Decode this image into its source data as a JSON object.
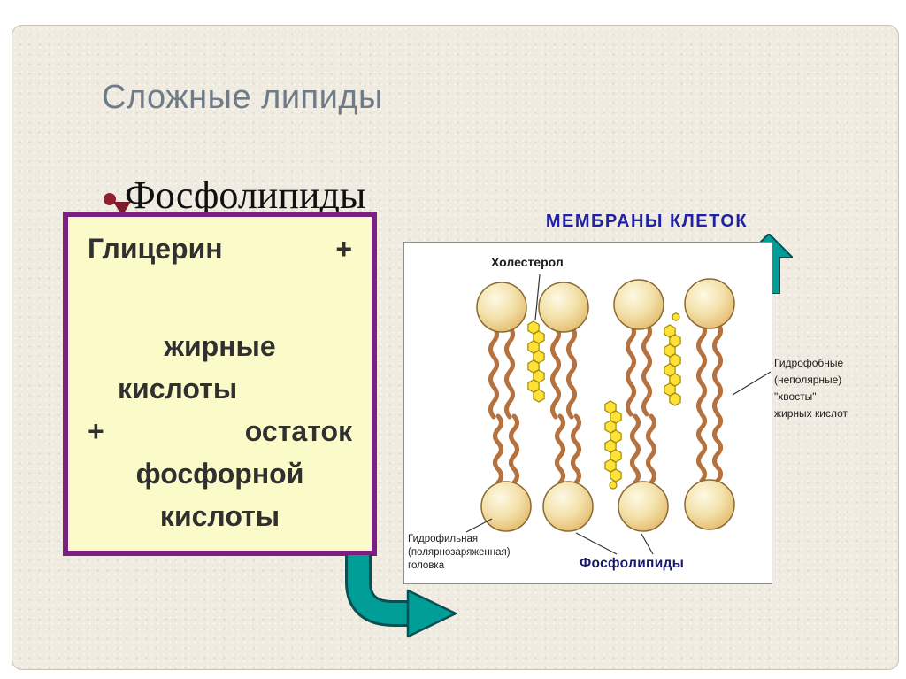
{
  "slide": {
    "title": "Сложные липиды",
    "bullet_text": "Фосфолипиды"
  },
  "formula_box": {
    "glycerin": "Глицерин",
    "plus_top": "+",
    "fatty_1": "жирные",
    "fatty_2": "кислоты",
    "plus_mid": "+",
    "residue": "остаток",
    "phosphoric_1": "фосфорной",
    "phosphoric_2": "кислоты"
  },
  "membrane": {
    "title": "МЕМБРАНЫ КЛЕТОК",
    "cholesterol": "Холестерол",
    "hydrophobic_lines": [
      "Гидрофобные",
      "(неполярные)",
      "\"хвосты\"",
      "жирных кислот"
    ],
    "hydrophilic_lines": [
      "Гидрофильная",
      "(полярнозаряженная)",
      "головка"
    ],
    "phospholipids": "Фосфолипиды"
  },
  "icons": {
    "up_arrow": "block-arrow-up",
    "curved_arrow": "curved-arrow-down-right"
  },
  "colors": {
    "accent_teal": "#019e97",
    "box_border_purple": "#7b2081",
    "box_bg_yellow": "#fbfbc9",
    "title_gray": "#6f7c88",
    "bullet_maroon": "#8e2130",
    "membrane_title_blue": "#2121a3",
    "head_fill": "#f4e2ac",
    "tail_brown": "#b5713e",
    "hex_yellow": "#ffe13a"
  }
}
